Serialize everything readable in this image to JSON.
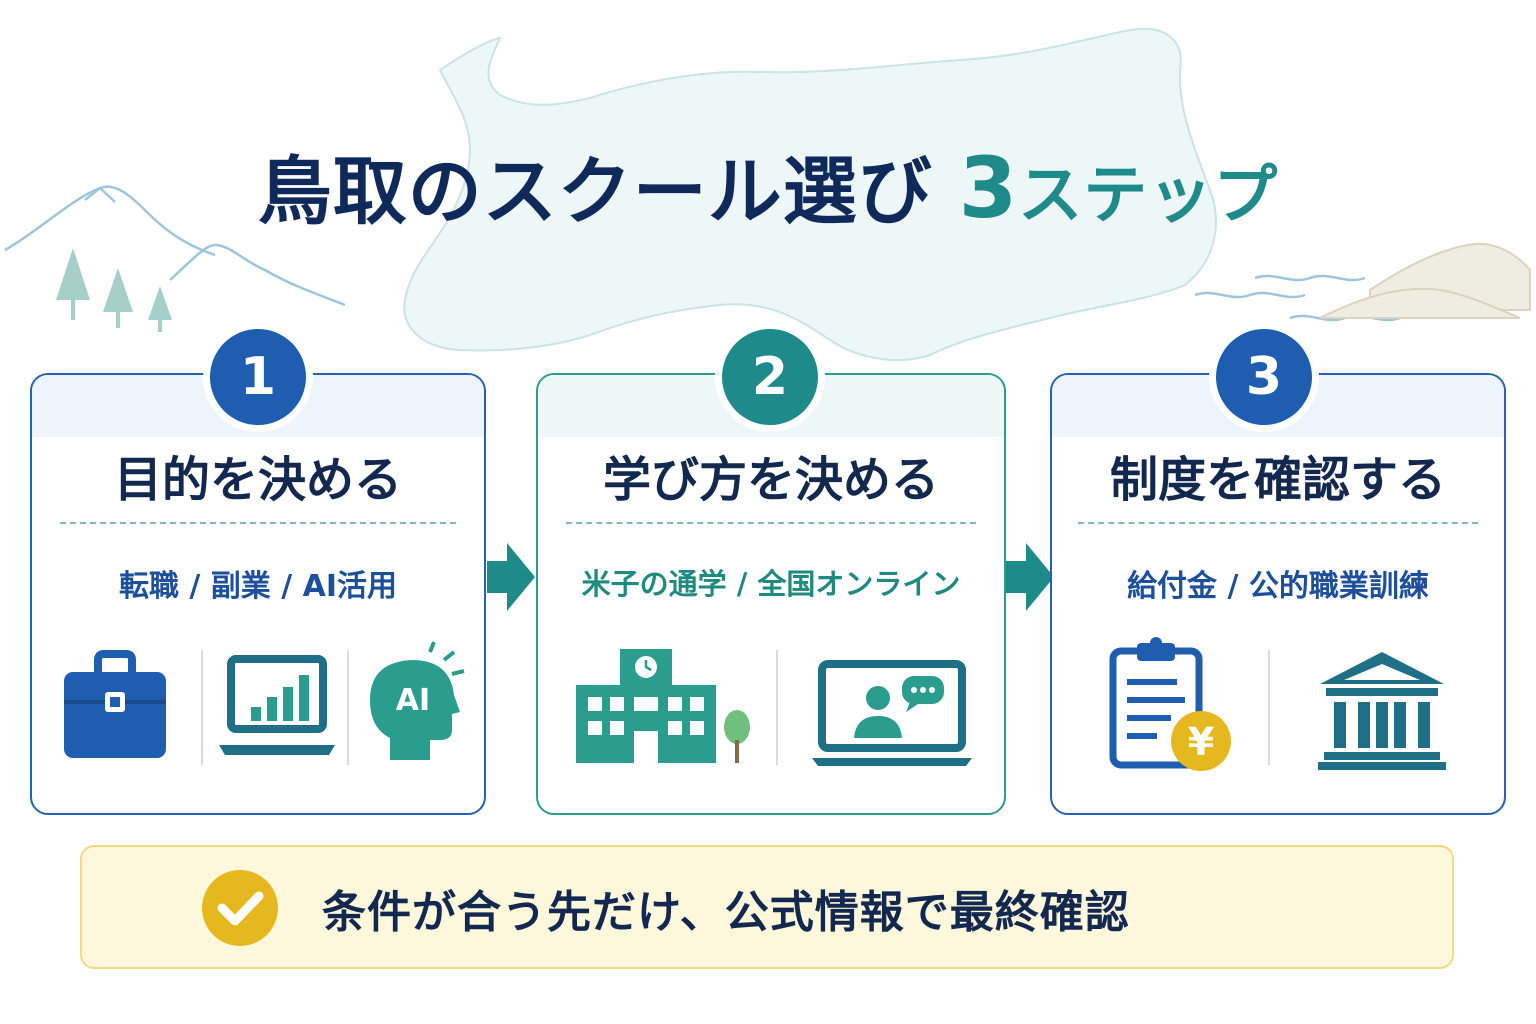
{
  "title": {
    "main": "鳥取のスクール選び",
    "number": "3",
    "suffix": "ステップ"
  },
  "steps": [
    {
      "number": "1",
      "title": "目的を決める",
      "subtitle": "転職 / 副業 / AI活用",
      "icons": [
        "briefcase-icon",
        "laptop-chart-icon",
        "ai-head-icon"
      ]
    },
    {
      "number": "2",
      "title": "学び方を決める",
      "subtitle": "米子の通学 / 全国オンライン",
      "icons": [
        "school-building-icon",
        "online-video-laptop-icon"
      ]
    },
    {
      "number": "3",
      "title": "制度を確認する",
      "subtitle": "給付金 / 公的職業訓練",
      "icons": [
        "clipboard-yen-icon",
        "government-building-icon"
      ]
    }
  ],
  "icon_labels": {
    "ai": "AI",
    "yen": "¥"
  },
  "note": {
    "text": "条件が合う先だけ、公式情報で最終確認",
    "icon": "check-circle-icon"
  },
  "colors": {
    "navy": "#13284f",
    "blue": "#1e5db0",
    "teal": "#1f8a8a",
    "yellow": "#e6b820",
    "note_bg": "#fdf7dc"
  }
}
